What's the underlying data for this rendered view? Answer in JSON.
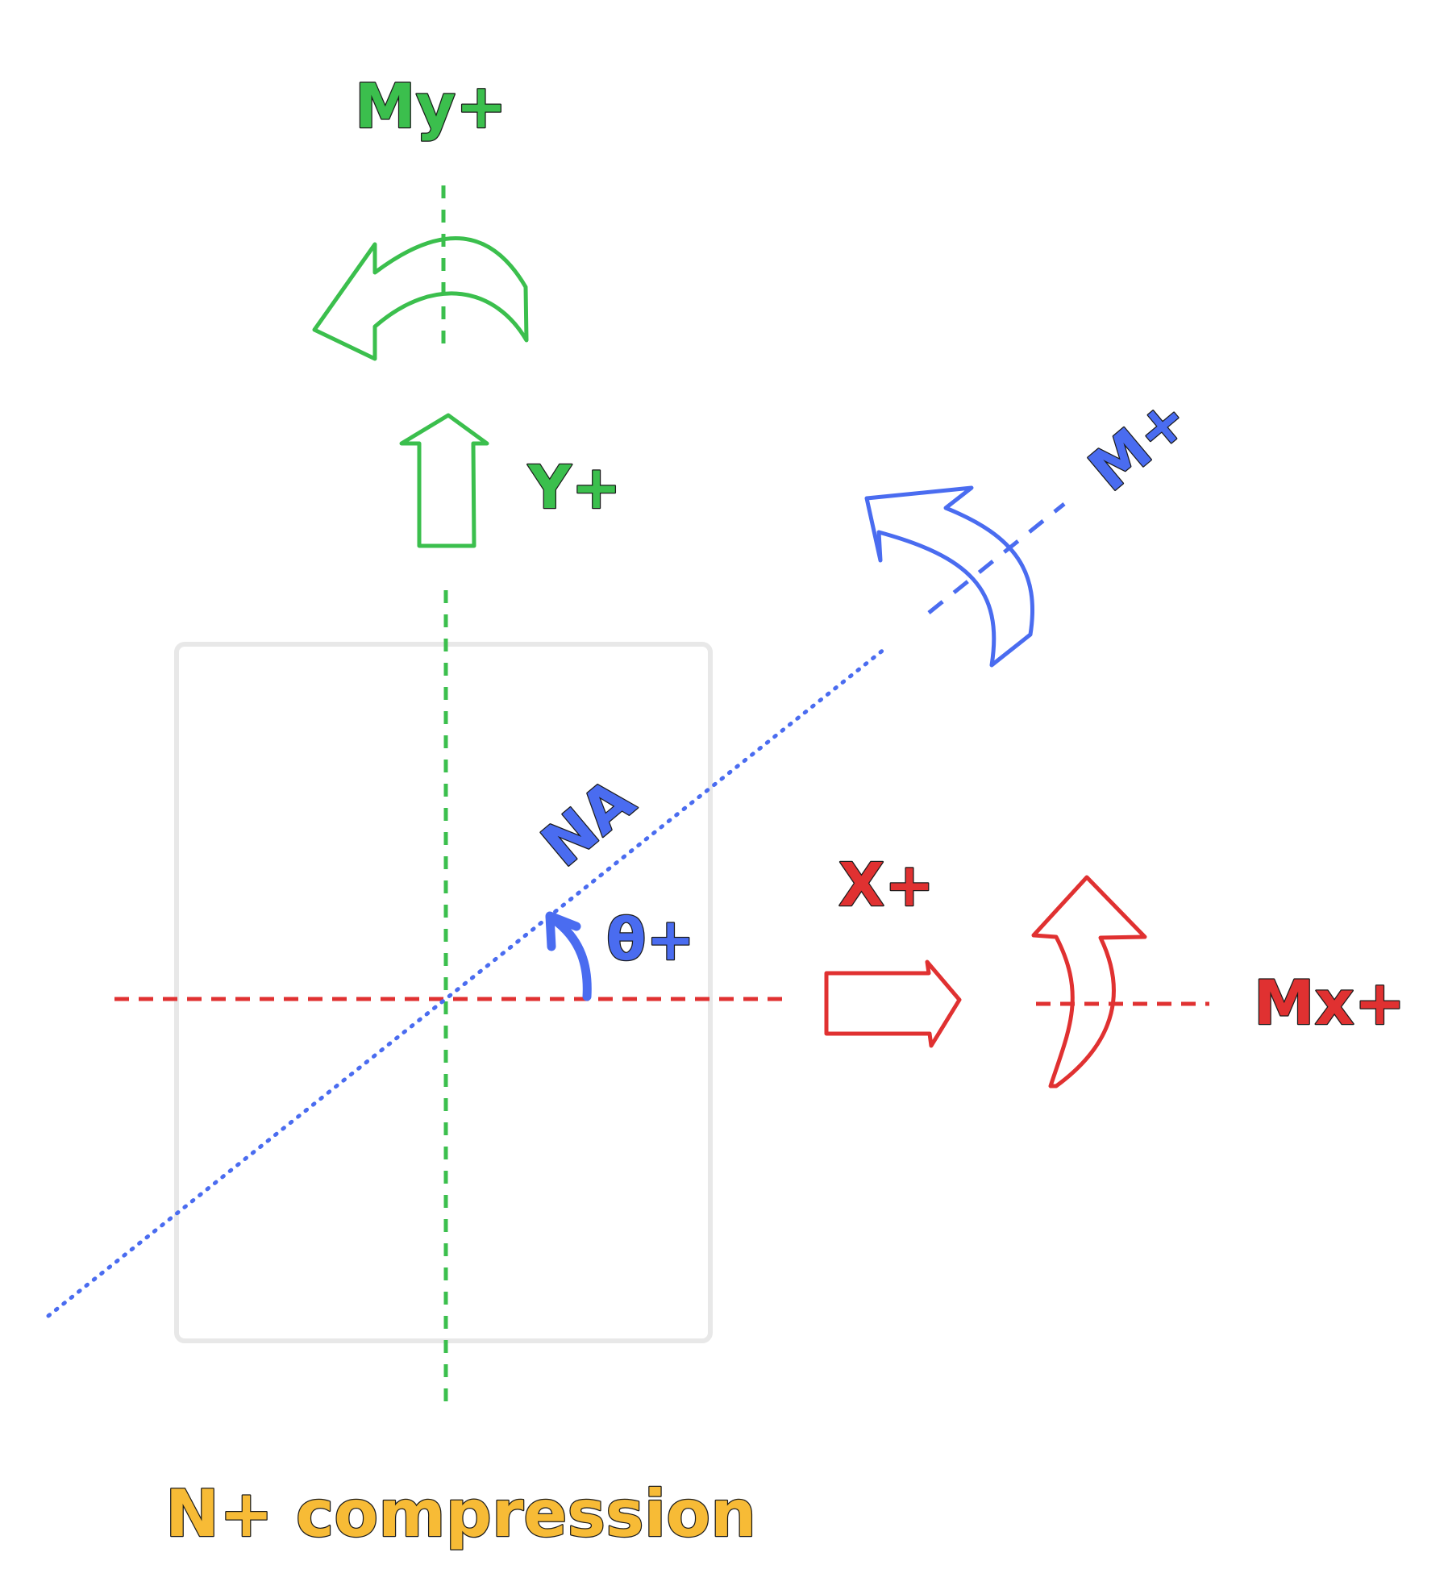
{
  "labels": {
    "my_plus": "My+",
    "y_plus": "Y+",
    "m_plus": "M+",
    "na": "NA",
    "theta_plus": "θ+",
    "x_plus": "X+",
    "mx_plus": "Mx+",
    "n_plus": "N+ compression"
  },
  "colors": {
    "green": "#3bbf4d",
    "blue": "#4a6cf0",
    "red": "#e03131",
    "orange": "#f7bb36",
    "section_outline": "#e8e8e8",
    "label_outline": "#1b1b1b"
  },
  "icons": {
    "y_force_arrow": "up-arrow-icon",
    "x_force_arrow": "right-arrow-icon",
    "my_moment_arrow": "curved-left-arrow-icon",
    "mx_moment_arrow": "curved-up-arrow-icon",
    "m_moment_arrow": "curved-up-left-arrow-icon",
    "theta_arrow": "curved-angle-arrow-icon"
  }
}
